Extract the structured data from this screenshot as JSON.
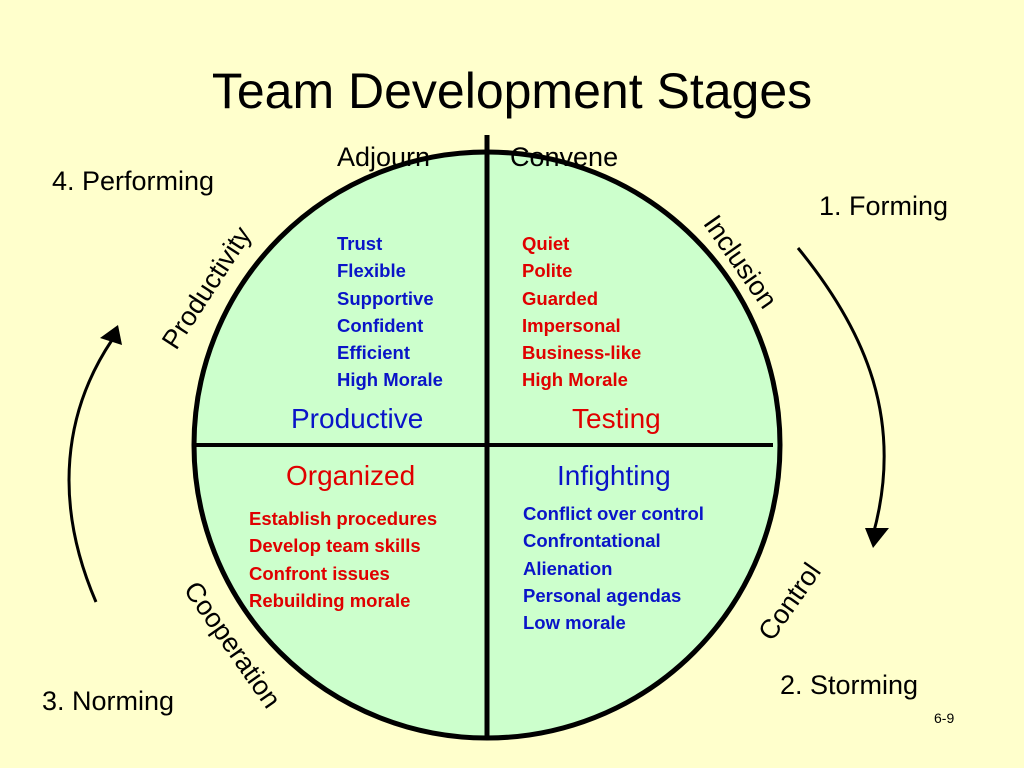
{
  "title": "Team Development Stages",
  "top_labels": {
    "left": "Adjourn",
    "right": "Convene"
  },
  "stages": {
    "performing": "4. Performing",
    "forming": "1. Forming",
    "storming": "2. Storming",
    "norming": "3. Norming"
  },
  "arc_labels": {
    "productivity": "Productivity",
    "inclusion": "Inclusion",
    "control": "Control",
    "cooperation": "Cooperation"
  },
  "quadrants": {
    "productive": {
      "title": "Productive",
      "items": [
        "Trust",
        "Flexible",
        "Supportive",
        "Confident",
        "Efficient",
        "High Morale"
      ]
    },
    "testing": {
      "title": "Testing",
      "items": [
        "Quiet",
        "Polite",
        "Guarded",
        "Impersonal",
        "Business-like",
        "High Morale"
      ]
    },
    "organized": {
      "title": "Organized",
      "items": [
        "Establish procedures",
        "Develop team skills",
        "Confront issues",
        "Rebuilding morale"
      ]
    },
    "infighting": {
      "title": "Infighting",
      "items": [
        "Conflict over control",
        "Confrontational",
        "Alienation",
        "Personal agendas",
        "Low morale"
      ]
    }
  },
  "colors": {
    "background": "#FFFFCC",
    "circle_fill": "#CCFFCC",
    "blue_text": "#0A14C8",
    "red_text": "#E00000"
  },
  "slide_number": "6-9"
}
